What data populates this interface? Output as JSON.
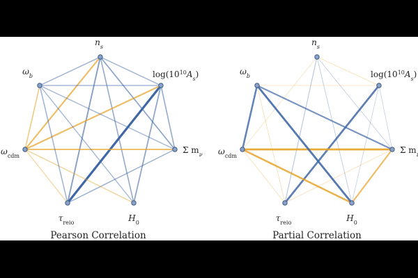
{
  "nodes": [
    {
      "id": "ns",
      "label": "n",
      "sub": "s",
      "sup": "",
      "prefix": "",
      "tail": ""
    },
    {
      "id": "logAs",
      "label": "log(10",
      "sub": "",
      "sup": "10",
      "prefix": "log(",
      "tail": "A",
      "tailsub": "s",
      "close": ")"
    },
    {
      "id": "summnu",
      "label": "Σ m",
      "sub": "ν"
    },
    {
      "id": "H0",
      "label": "H",
      "sub": "0"
    },
    {
      "id": "taureio",
      "label": "τ",
      "sub": "reio"
    },
    {
      "id": "omegacdm",
      "label": "ω",
      "sub": "cdm"
    },
    {
      "id": "omegab",
      "label": "ω",
      "sub": "b"
    }
  ],
  "colors": {
    "positive": "#3f67a6",
    "negative": "#e6a023"
  },
  "panels": [
    {
      "name": "pearson",
      "caption": "Pearson Correlation",
      "edges": [
        {
          "a": "ns",
          "b": "logAs",
          "w": 0.35,
          "sign": "+"
        },
        {
          "a": "ns",
          "b": "summnu",
          "w": 0.45,
          "sign": "+"
        },
        {
          "a": "ns",
          "b": "H0",
          "w": 0.4,
          "sign": "+"
        },
        {
          "a": "ns",
          "b": "taureio",
          "w": 0.5,
          "sign": "+"
        },
        {
          "a": "ns",
          "b": "omegacdm",
          "w": 0.6,
          "sign": "-"
        },
        {
          "a": "ns",
          "b": "omegab",
          "w": 0.35,
          "sign": "+"
        },
        {
          "a": "logAs",
          "b": "summnu",
          "w": 0.4,
          "sign": "+"
        },
        {
          "a": "logAs",
          "b": "H0",
          "w": 0.45,
          "sign": "+"
        },
        {
          "a": "logAs",
          "b": "taureio",
          "w": 1.0,
          "sign": "+"
        },
        {
          "a": "logAs",
          "b": "omegacdm",
          "w": 0.6,
          "sign": "-"
        },
        {
          "a": "logAs",
          "b": "omegab",
          "w": 0.3,
          "sign": "+"
        },
        {
          "a": "summnu",
          "b": "taureio",
          "w": 0.35,
          "sign": "+"
        },
        {
          "a": "summnu",
          "b": "omegacdm",
          "w": 0.55,
          "sign": "-"
        },
        {
          "a": "summnu",
          "b": "omegab",
          "w": 0.3,
          "sign": "+"
        },
        {
          "a": "H0",
          "b": "omegacdm",
          "w": 0.3,
          "sign": "-"
        },
        {
          "a": "H0",
          "b": "omegab",
          "w": 0.3,
          "sign": "+"
        },
        {
          "a": "taureio",
          "b": "omegacdm",
          "w": 0.25,
          "sign": "-"
        },
        {
          "a": "taureio",
          "b": "omegab",
          "w": 0.35,
          "sign": "+"
        },
        {
          "a": "omegacdm",
          "b": "omegab",
          "w": 0.4,
          "sign": "-"
        }
      ]
    },
    {
      "name": "partial",
      "caption": "Partial Correlation",
      "edges": [
        {
          "a": "ns",
          "b": "logAs",
          "w": 0.12,
          "sign": "-"
        },
        {
          "a": "ns",
          "b": "summnu",
          "w": 0.1,
          "sign": "+"
        },
        {
          "a": "ns",
          "b": "H0",
          "w": 0.12,
          "sign": "+"
        },
        {
          "a": "ns",
          "b": "taureio",
          "w": 0.18,
          "sign": "+"
        },
        {
          "a": "ns",
          "b": "omegacdm",
          "w": 0.08,
          "sign": "-"
        },
        {
          "a": "logAs",
          "b": "summnu",
          "w": 0.08,
          "sign": "+"
        },
        {
          "a": "logAs",
          "b": "H0",
          "w": 0.08,
          "sign": "+"
        },
        {
          "a": "logAs",
          "b": "taureio",
          "w": 0.8,
          "sign": "+"
        },
        {
          "a": "logAs",
          "b": "omegab",
          "w": 0.1,
          "sign": "-"
        },
        {
          "a": "summnu",
          "b": "H0",
          "w": 0.6,
          "sign": "-"
        },
        {
          "a": "summnu",
          "b": "taureio",
          "w": 0.1,
          "sign": "-"
        },
        {
          "a": "summnu",
          "b": "omegacdm",
          "w": 0.85,
          "sign": "-"
        },
        {
          "a": "summnu",
          "b": "omegab",
          "w": 0.6,
          "sign": "+"
        },
        {
          "a": "H0",
          "b": "omegacdm",
          "w": 0.75,
          "sign": "-"
        },
        {
          "a": "H0",
          "b": "omegab",
          "w": 0.85,
          "sign": "+"
        },
        {
          "a": "taureio",
          "b": "omegacdm",
          "w": 0.12,
          "sign": "-"
        },
        {
          "a": "taureio",
          "b": "omegab",
          "w": 0.1,
          "sign": "-"
        },
        {
          "a": "omegacdm",
          "b": "omegab",
          "w": 0.75,
          "sign": "+"
        }
      ]
    }
  ]
}
